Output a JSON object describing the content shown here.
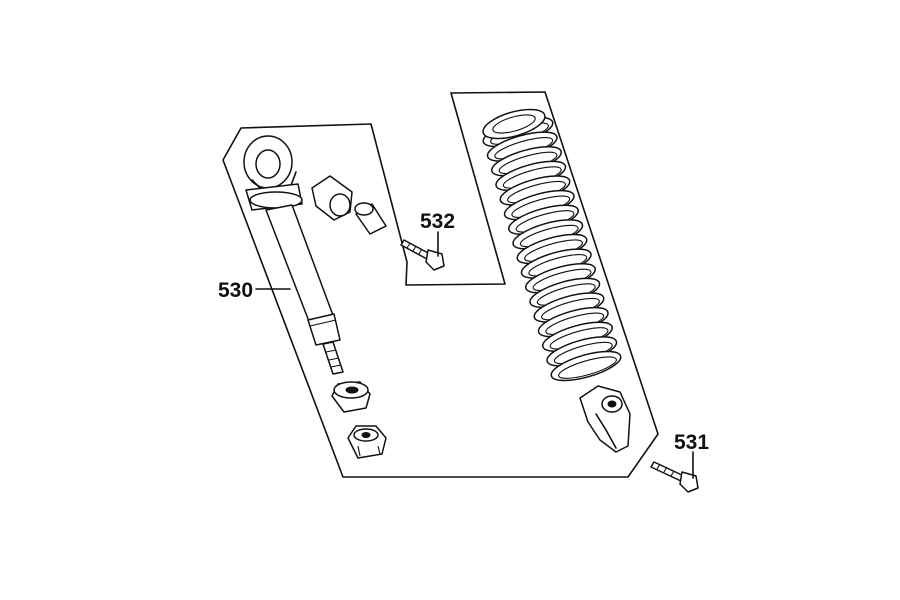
{
  "callouts": {
    "shock_absorber": "530",
    "lower_bolt": "531",
    "upper_bolt": "532"
  },
  "colors": {
    "line": "#111111",
    "background": "#ffffff"
  }
}
